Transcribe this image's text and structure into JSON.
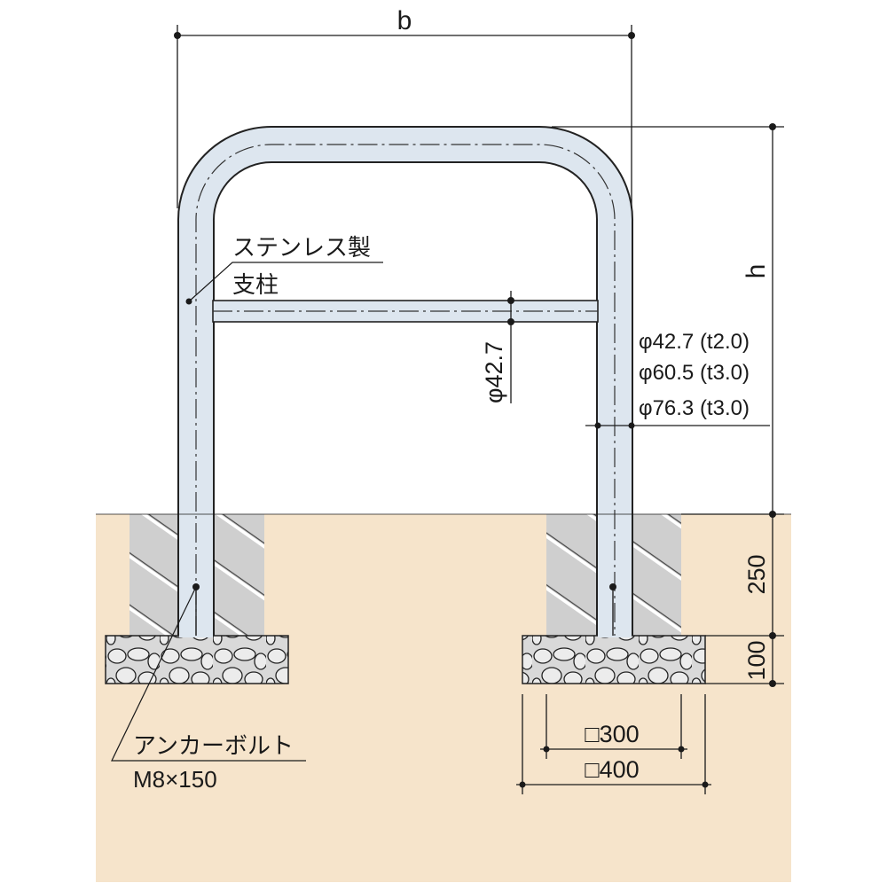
{
  "colors": {
    "ground": "#f6e4cb",
    "concrete": "#cfcfcf",
    "gravel": "#d9d9d9",
    "pipe": "#dde6ef",
    "line": "#1a1a1a"
  },
  "labels": {
    "width": "b",
    "height": "h",
    "material_line1": "ステンレス製",
    "material_line2": "支柱",
    "bar_diameter": "φ42.7",
    "pipe_spec_1": "φ42.7 (t2.0)",
    "pipe_spec_2": "φ60.5 (t3.0)",
    "pipe_spec_3": "φ76.3 (t3.0)",
    "embed_depth": "250",
    "gravel_depth": "100",
    "anchor_line1": "アンカーボルト",
    "anchor_line2": "M8×150",
    "footing_inner": "□300",
    "footing_outer": "□400"
  }
}
